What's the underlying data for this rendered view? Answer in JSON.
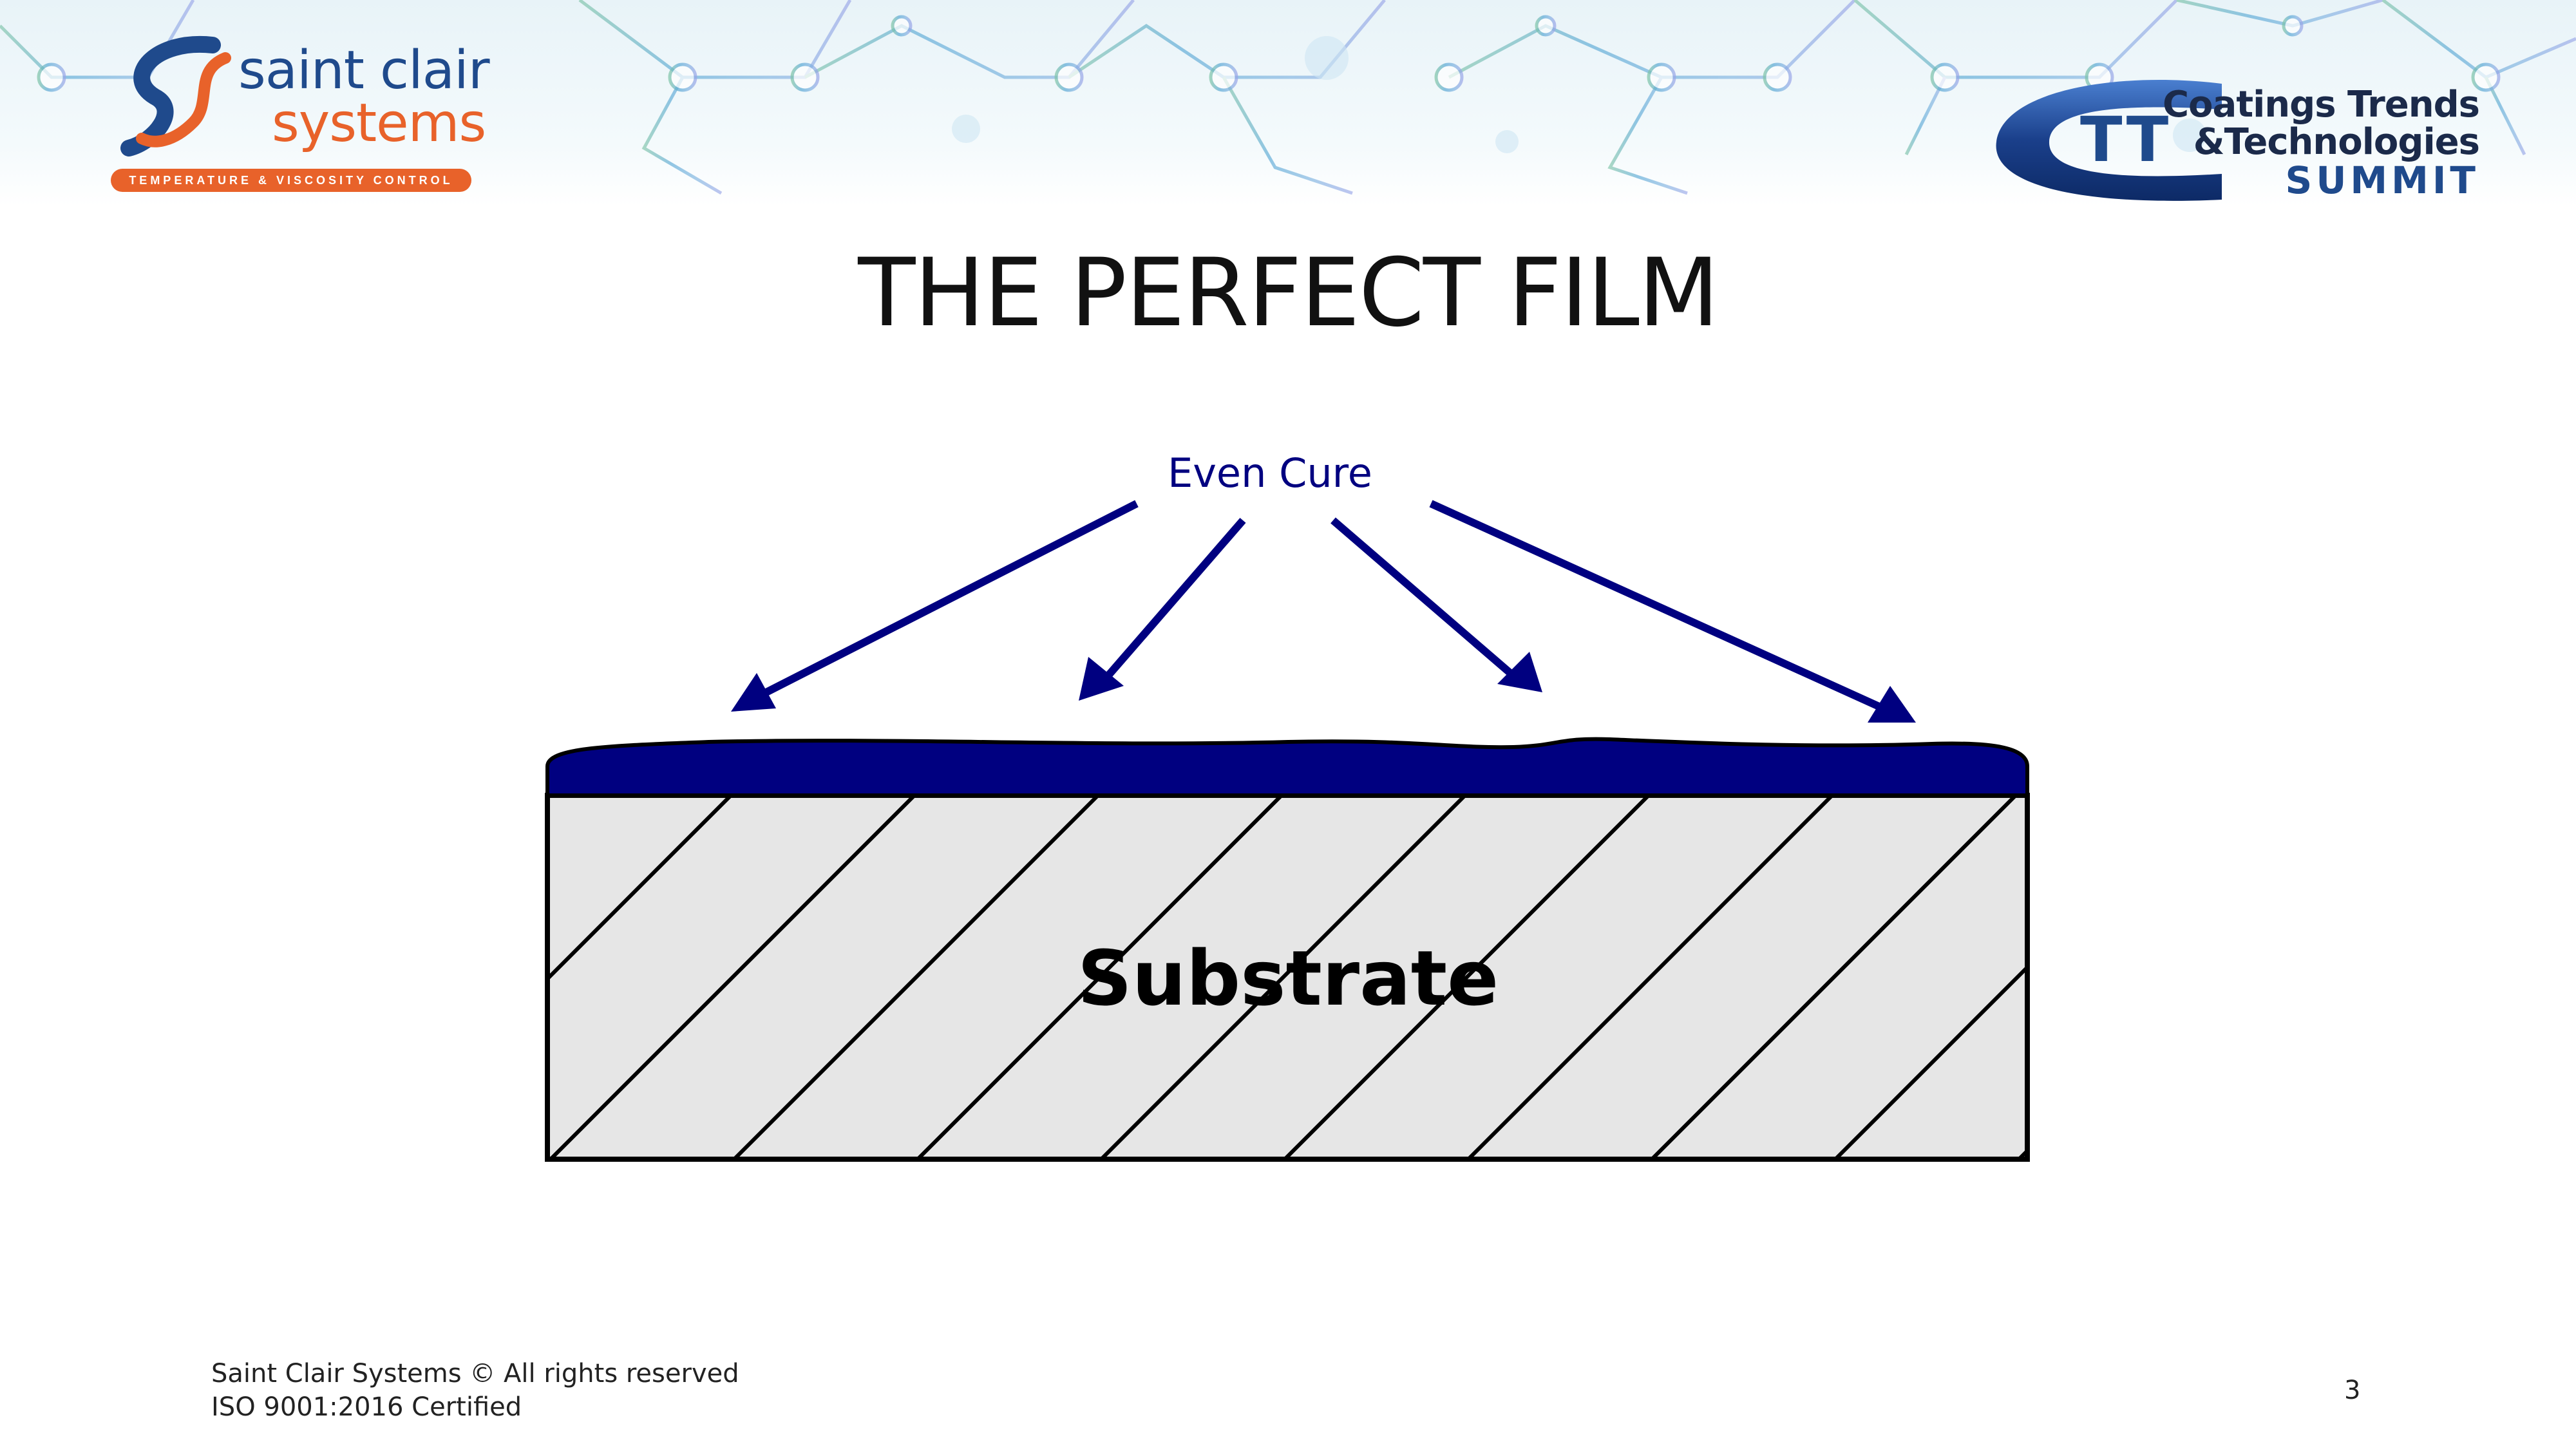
{
  "slide": {
    "title": "THE PERFECT FILM",
    "page_number": "3"
  },
  "logos": {
    "left": {
      "line1": "saint clair",
      "line2": "systems",
      "tagline": "TEMPERATURE & VISCOSITY CONTROL"
    },
    "right": {
      "monogram": "TT",
      "line1": "Coatings Trends",
      "line2": "&Technologies",
      "line3": "SUMMIT"
    }
  },
  "diagram": {
    "annotation": "Even Cure",
    "substrate_label": "Substrate",
    "colors": {
      "film": "#000080",
      "arrow": "#000080",
      "substrate_fill": "#e6e6e6",
      "outline": "#000000"
    }
  },
  "footer": {
    "line1": "Saint Clair Systems © All rights reserved",
    "line2": "ISO 9001:2016 Certified"
  }
}
